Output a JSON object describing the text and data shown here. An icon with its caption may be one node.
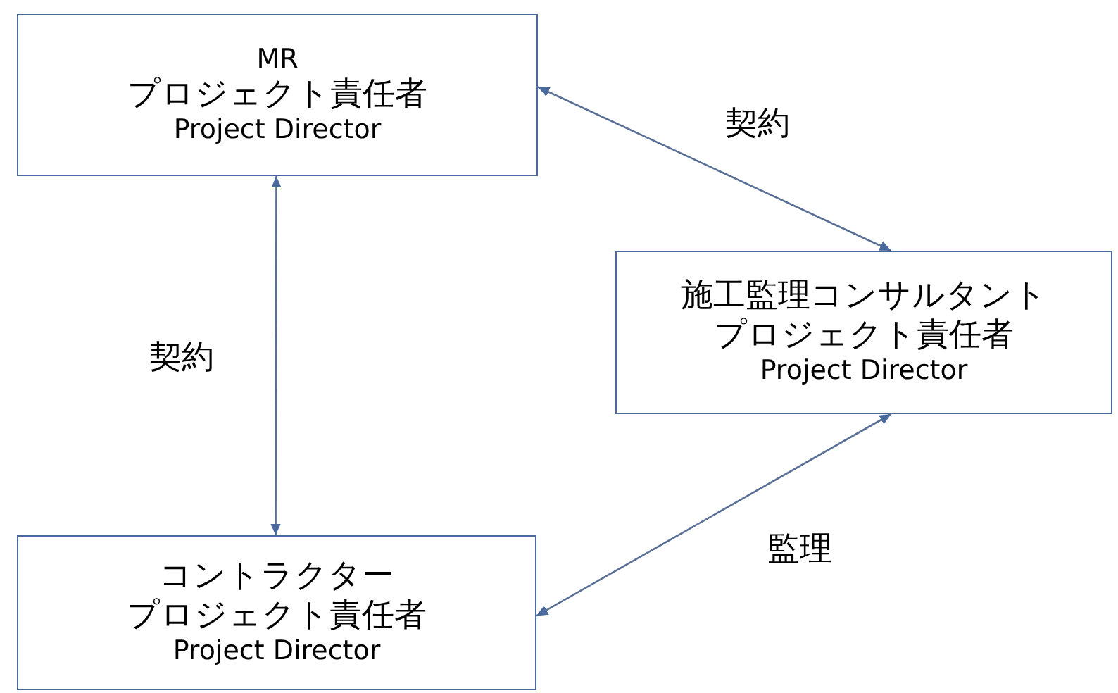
{
  "diagram": {
    "nodes": [
      {
        "text": [
          "MR",
          "プロジェクト責任者",
          "Project Director"
        ]
      },
      {
        "text": [
          "施工監理コンサルタント",
          "プロジェクト責任者",
          "Project Director"
        ]
      },
      {
        "text": [
          "コントラクター",
          "プロジェクト責任者",
          "Project Director"
        ]
      }
    ],
    "edges": [
      {
        "from": 0,
        "to": 1,
        "arrow": "both",
        "label": "契約"
      },
      {
        "from": 0,
        "to": 2,
        "arrow": "both",
        "label": "契約"
      },
      {
        "from": 1,
        "to": 2,
        "arrow": "both",
        "label": "監理"
      }
    ]
  }
}
